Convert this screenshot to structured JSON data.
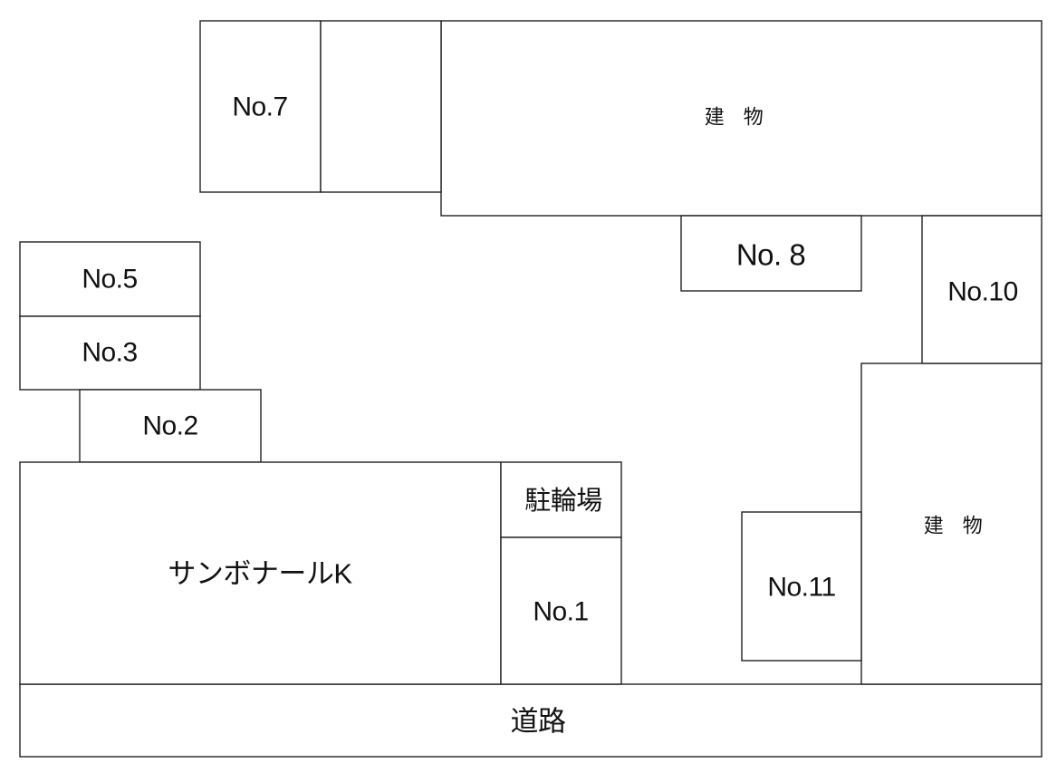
{
  "site_plan": {
    "spaces": {
      "no1": {
        "label": "No.1"
      },
      "no2": {
        "label": "No.2"
      },
      "no3": {
        "label": "No.3"
      },
      "no5": {
        "label": "No.5"
      },
      "no7": {
        "label": "No.7"
      },
      "no8": {
        "label": "No. 8"
      },
      "no10": {
        "label": "No.10"
      },
      "no11": {
        "label": "No.11"
      }
    },
    "buildings": {
      "north": {
        "label": "建　物"
      },
      "east": {
        "label": "建　物"
      }
    },
    "main_building": {
      "label": "サンボナールK"
    },
    "bicycle_parking": {
      "label": "駐輪場"
    },
    "road": {
      "label": "道路"
    },
    "colors": {
      "line": "#222222",
      "background": "#ffffff"
    }
  }
}
